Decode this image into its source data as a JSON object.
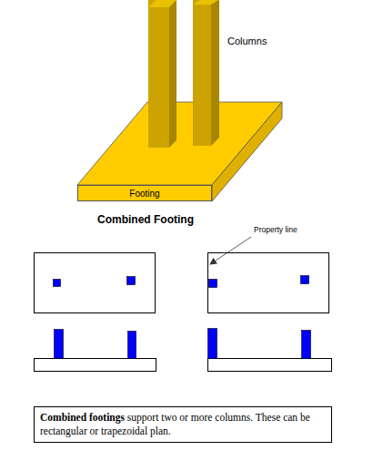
{
  "diagram": {
    "title": "Combined Footing",
    "nodes": [
      {
        "text": [
          "Footing"
        ]
      },
      {
        "text": [
          "Combined footings",
          "support two or more columns. These can be rectangular or trapezoidal plan."
        ]
      }
    ],
    "labels": [
      "Columns",
      "Property line"
    ]
  }
}
